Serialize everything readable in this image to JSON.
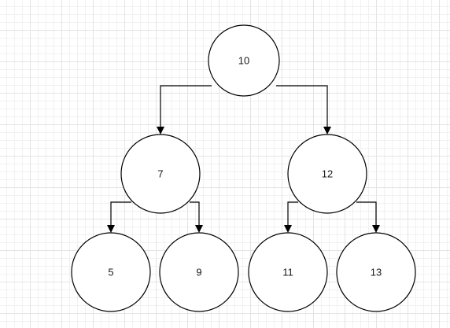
{
  "diagram": {
    "nodes": [
      {
        "id": "n10",
        "label": "10",
        "color": "#1f3a1f"
      },
      {
        "id": "n7",
        "label": "7",
        "color": "#1a1a1a"
      },
      {
        "id": "n12",
        "label": "12",
        "color": "#1a1a1a"
      },
      {
        "id": "n5",
        "label": "5",
        "color": "#1a1a1a"
      },
      {
        "id": "n9",
        "label": "9",
        "color": "#1a1a1a"
      },
      {
        "id": "n11",
        "label": "11",
        "color": "#1f3a1f"
      },
      {
        "id": "n13",
        "label": "13",
        "color": "#1a1a1a"
      }
    ],
    "edges": [
      {
        "from": "n10",
        "to": "n7"
      },
      {
        "from": "n10",
        "to": "n12"
      },
      {
        "from": "n7",
        "to": "n5"
      },
      {
        "from": "n7",
        "to": "n9"
      },
      {
        "from": "n12",
        "to": "n11"
      },
      {
        "from": "n12",
        "to": "n13"
      }
    ]
  }
}
